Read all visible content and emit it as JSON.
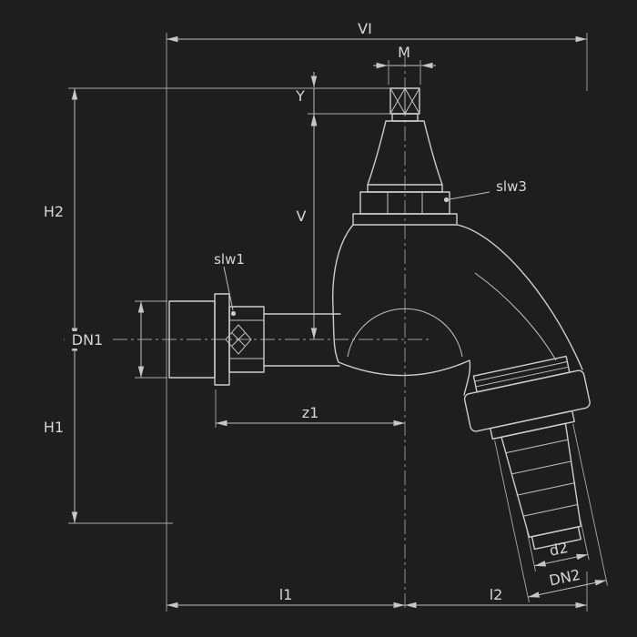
{
  "colors": {
    "background": "#1e1e1e",
    "outline": "#cdcdcd",
    "dimension_line": "#bfbfbf",
    "text": "#d6d6d6"
  },
  "labels": {
    "vi": "VI",
    "m": "M",
    "y": "Y",
    "h2": "H2",
    "v": "V",
    "slw3": "slw3",
    "slw1": "slw1",
    "dn1": "DN1",
    "h1": "H1",
    "z1": "z1",
    "d2": "d2",
    "dn2": "DN2",
    "l1": "l1",
    "l2": "l2"
  }
}
